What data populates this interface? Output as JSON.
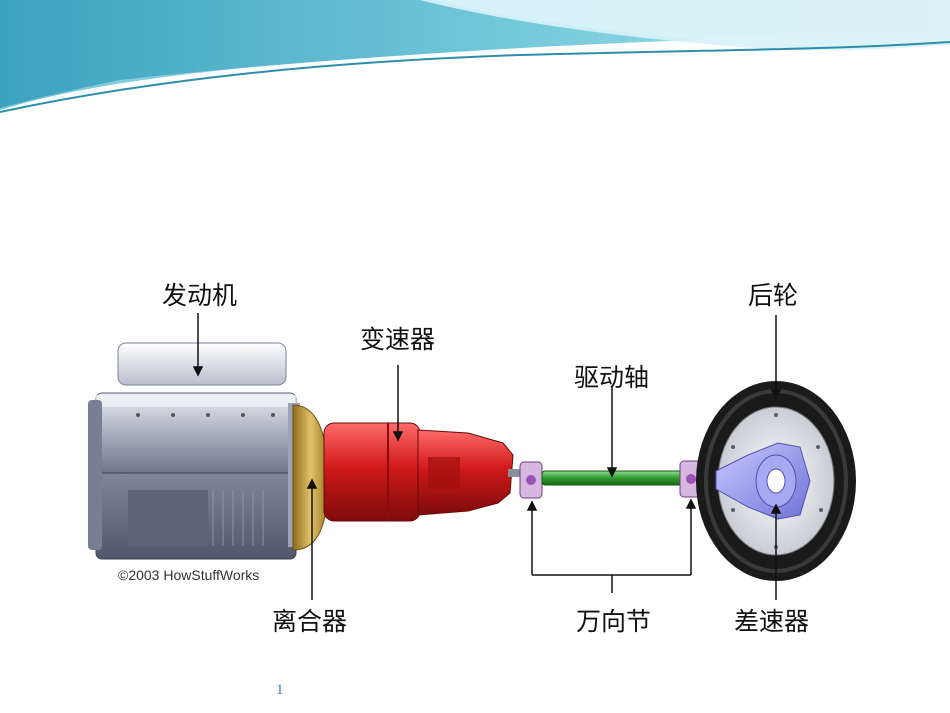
{
  "slide": {
    "page_number": "1",
    "theme_colors": {
      "banner_light": "#c9eef4",
      "banner_mid": "#5fc6d8",
      "banner_dark": "#2d8eab"
    }
  },
  "diagram": {
    "labels": {
      "engine": "发动机",
      "transmission": "变速器",
      "drive_shaft": "驱动轴",
      "rear_wheel": "后轮",
      "clutch": "离合器",
      "universal_joint": "万向节",
      "differential": "差速器"
    },
    "copyright": "©2003 HowStuffWorks",
    "colors": {
      "engine": "#8e96a8",
      "clutch": "#c8a13a",
      "transmission": "#d11a1a",
      "drive_shaft": "#2f9a2f",
      "universal_joint": "#b27ac0",
      "tire": "#1a1a1a",
      "differential": "#8d8ff0"
    }
  }
}
